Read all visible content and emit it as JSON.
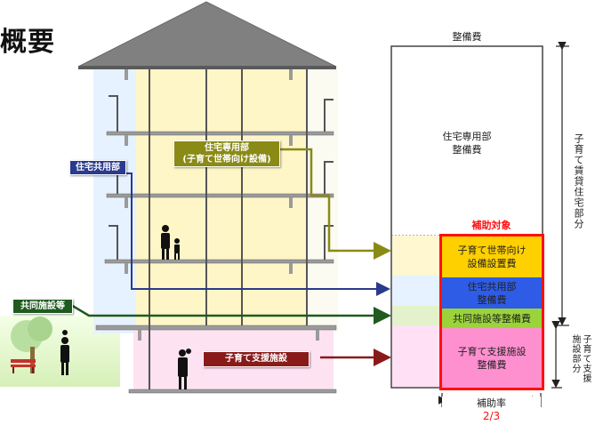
{
  "title": "概要",
  "labels": {
    "jutaku_senyo_bu": [
      "住宅専用部",
      "(子育て世帯向け設備)"
    ],
    "jutaku_kyoyo_bu": "住宅共用部",
    "kyodo_shisetsu": "共同施設等",
    "kosodate_shien": "子育て支援施設"
  },
  "cost_column": {
    "header": "整備費",
    "senyo_cost": [
      "住宅専用部",
      "整備費"
    ],
    "hojo_taisho": "補助対象",
    "segments": {
      "setsubi": [
        "子育て世帯向け",
        "設備設置費"
      ],
      "kyoyo": [
        "住宅共用部",
        "整備費"
      ],
      "kyodo": "共同施設等整備費",
      "shien": [
        "子育て支援施設",
        "整備費"
      ]
    },
    "hojo_ritsu_label": "補助率",
    "hojo_ritsu_value": "2/3"
  },
  "side_labels": {
    "chintai": "子育て賃貸住宅部分",
    "shien_col1": "施設部分",
    "shien_col2": "子育て支援"
  },
  "colors": {
    "olive": "#8a8a16",
    "navy": "#2a3a8c",
    "green": "#1f5a1f",
    "maroon": "#8a1a1a",
    "yellow": "#ffd000",
    "blue": "#2e5ce6",
    "lime": "#9bd43a",
    "pink": "#ff90d0",
    "red": "#ff1010"
  }
}
